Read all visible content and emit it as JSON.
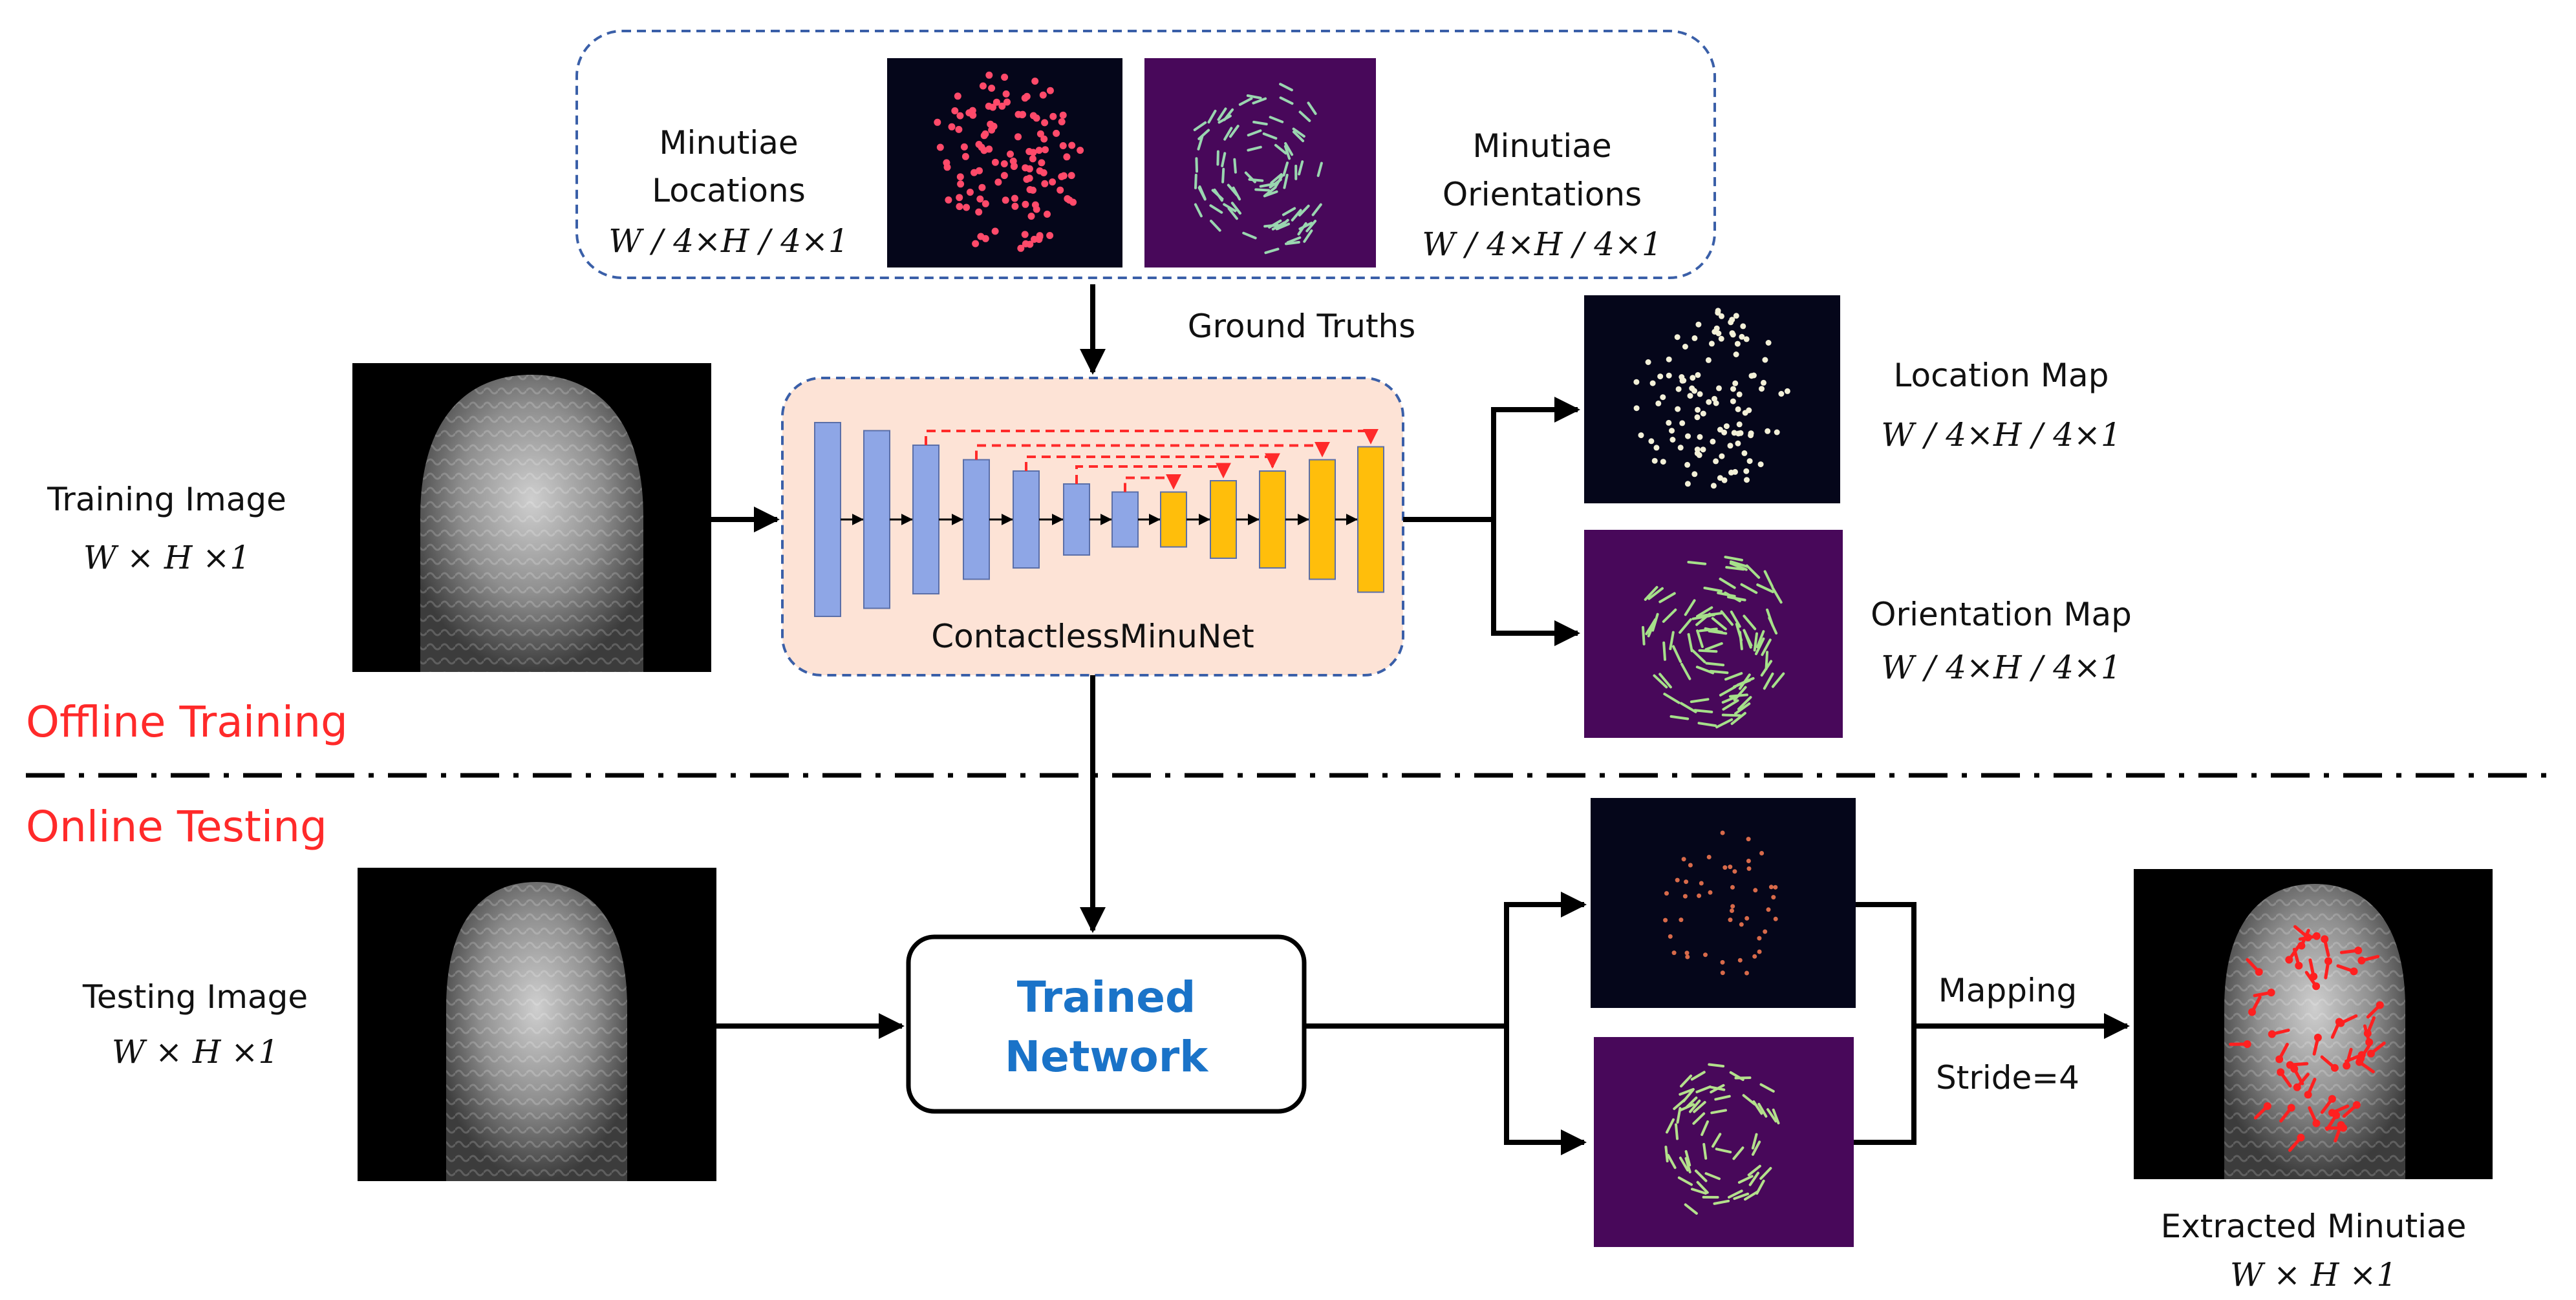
{
  "ground_truth": {
    "locations_label_1": "Minutiae",
    "locations_label_2": "Locations",
    "locations_dim": "W / 4×H / 4×1",
    "orientations_label_1": "Minutiae",
    "orientations_label_2": "Orientations",
    "orientations_dim": "W / 4×H / 4×1",
    "caption": "Ground Truths"
  },
  "training": {
    "label": "Training Image",
    "dim": "W × H ×1"
  },
  "network": {
    "name": "ContactlessMinuNet"
  },
  "outputs": {
    "location_label": "Location Map",
    "location_dim": "W / 4×H / 4×1",
    "orientation_label": "Orientation Map",
    "orientation_dim": "W / 4×H / 4×1"
  },
  "phases": {
    "offline": "Offline Training",
    "online": "Online Testing"
  },
  "testing": {
    "label": "Testing Image",
    "dim": "W × H ×1"
  },
  "trained": {
    "line1": "Trained",
    "line2": "Network"
  },
  "mapping": {
    "label": "Mapping",
    "stride": "Stride=4"
  },
  "result": {
    "label": "Extracted Minutiae",
    "dim": "W × H ×1"
  },
  "colors": {
    "encoder": "#8ea6e6",
    "decoder": "#ffbe0b",
    "skip": "#ff2a2a",
    "network_box": "#fde3d6",
    "map_dark": "#05061a",
    "map_purple": "#48085a",
    "accent_blue": "#1a73c8",
    "accent_red": "#ff2a2a"
  }
}
